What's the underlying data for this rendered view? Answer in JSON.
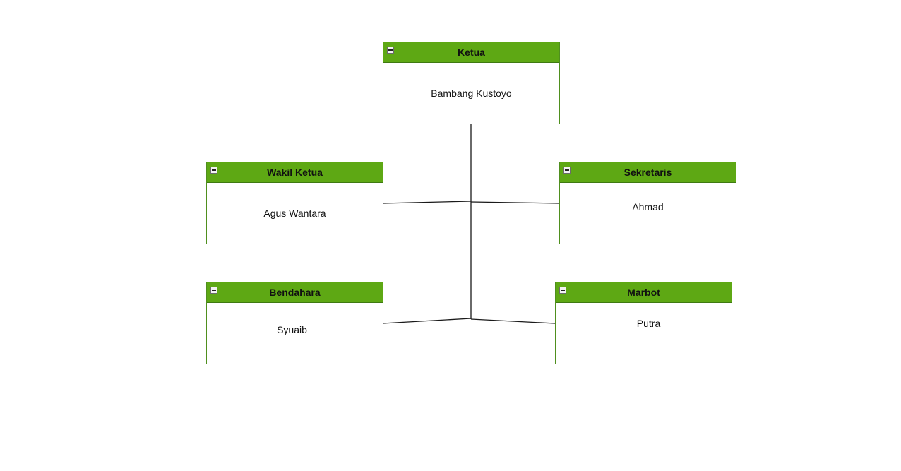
{
  "nodes": {
    "ketua": {
      "title": "Ketua",
      "name": "Bambang Kustoyo"
    },
    "wakil_ketua": {
      "title": "Wakil Ketua",
      "name": "Agus Wantara"
    },
    "sekretaris": {
      "title": "Sekretaris",
      "name": "Ahmad"
    },
    "bendahara": {
      "title": "Bendahara",
      "name": "Syuaib"
    },
    "marbot": {
      "title": "Marbot",
      "name": "Putra"
    }
  },
  "colors": {
    "header": "#5ea814",
    "border": "#4f8f1e",
    "connector": "#1a1a1a"
  }
}
